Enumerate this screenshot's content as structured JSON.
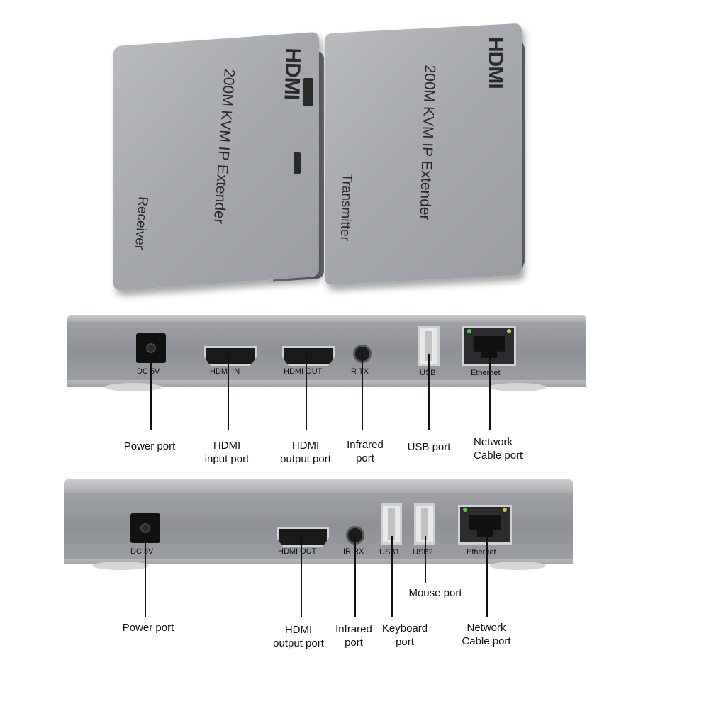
{
  "brand": "HDMI",
  "product": "200M KVM IP Extender",
  "receiver_label": "Receiver",
  "transmitter_label": "Transmitter",
  "transmitter_panel": {
    "ports": {
      "dc": "DC 5V",
      "hdmi_in": "HDMI IN",
      "hdmi_out": "HDMI OUT",
      "ir": "IR TX",
      "usb": "USB",
      "ethernet": "Ethernet"
    },
    "callouts": {
      "power": "Power port",
      "hdmi_in_1": "HDMI",
      "hdmi_in_2": "input port",
      "hdmi_out_1": "HDMI",
      "hdmi_out_2": "output port",
      "ir_1": "Infrared",
      "ir_2": "port",
      "usb": "USB port",
      "net_1": "Network",
      "net_2": "Cable port"
    }
  },
  "receiver_panel": {
    "ports": {
      "dc": "DC 5V",
      "hdmi_out": "HDMI OUT",
      "ir": "IR RX",
      "usb1": "USB1",
      "usb2": "USB2",
      "ethernet": "Ethernet"
    },
    "callouts": {
      "power": "Power port",
      "hdmi_out_1": "HDMI",
      "hdmi_out_2": "output port",
      "ir_1": "Infrared",
      "ir_2": "port",
      "keyboard_1": "Keyboard",
      "keyboard_2": "port",
      "mouse": "Mouse port",
      "net_1": "Network",
      "net_2": "Cable port"
    }
  },
  "colors": {
    "body": "#a6a9ad",
    "led_green": "#58c24a",
    "led_yellow": "#d9c23a"
  }
}
